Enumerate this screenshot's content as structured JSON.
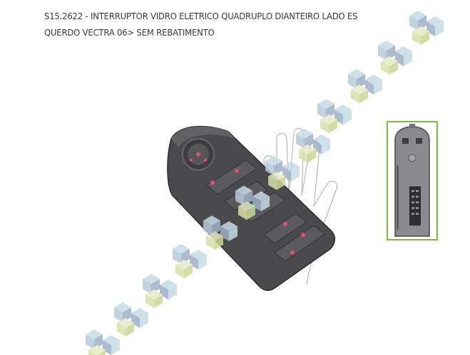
{
  "product": {
    "title_line1": "S15.2622 - INTERRUPTOR VIDRO ELETRICO QUADRUPLO DIANTEIRO LADO ES",
    "title_line2": "QUERDO VECTRA 06> SEM REBATIMENTO",
    "main_image": "window-switch-front-view",
    "thumbnail": "window-switch-back-view"
  },
  "colors": {
    "text": "#3a3a3a",
    "thumbnail_border": "#7cbb4a",
    "switch_body": "#4a4a4c",
    "switch_button_symbol": "#d9536a",
    "watermark_light": "#c6dbe5",
    "watermark_dark": "#9fb0c6",
    "watermark_green": "#d6e2a8"
  }
}
